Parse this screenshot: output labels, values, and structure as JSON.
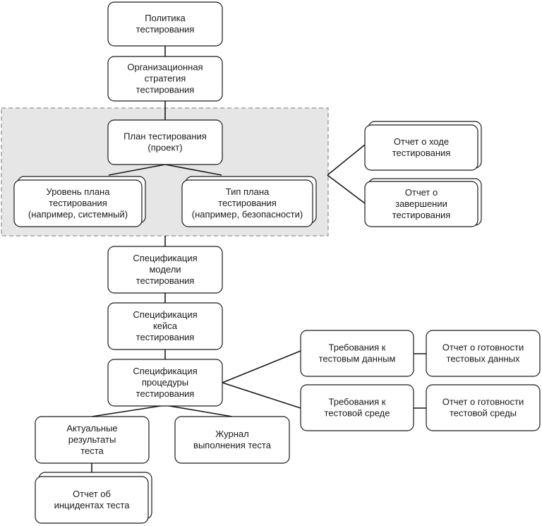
{
  "nodes": {
    "policy": [
      "Политика",
      "тестирования"
    ],
    "org_strategy": [
      "Организационная",
      "стратегия",
      "тестирования"
    ],
    "test_plan": [
      "План тестирования",
      "(проект)"
    ],
    "level_plan": [
      "Уровень плана",
      "тестирования",
      "(например, системный)"
    ],
    "type_plan": [
      "Тип плана",
      "тестирования",
      "(например, безопасности)"
    ],
    "progress_report": [
      "Отчет о ходе",
      "тестирования"
    ],
    "completion_report": [
      "Отчет о",
      "завершении",
      "тестирования"
    ],
    "design_spec": [
      "Спецификация",
      "модели",
      "тестирования"
    ],
    "case_spec": [
      "Спецификация",
      "кейса",
      "тестирования"
    ],
    "procedure_spec": [
      "Спецификация",
      "процедуры",
      "тестирования"
    ],
    "data_req": [
      "Требования к",
      "тестовым данным"
    ],
    "data_ready": [
      "Отчет о готовности",
      "тестовых данных"
    ],
    "env_req": [
      "Требования к",
      "тестовой среде"
    ],
    "env_ready": [
      "Отчет о готовности",
      "тестовой среды"
    ],
    "actual_results": [
      "Актуальные",
      "результаты",
      "теста"
    ],
    "test_log": [
      "Журнал",
      "выполнения теста"
    ],
    "incident_report": [
      "Отчет об",
      "инцидентах теста"
    ]
  }
}
